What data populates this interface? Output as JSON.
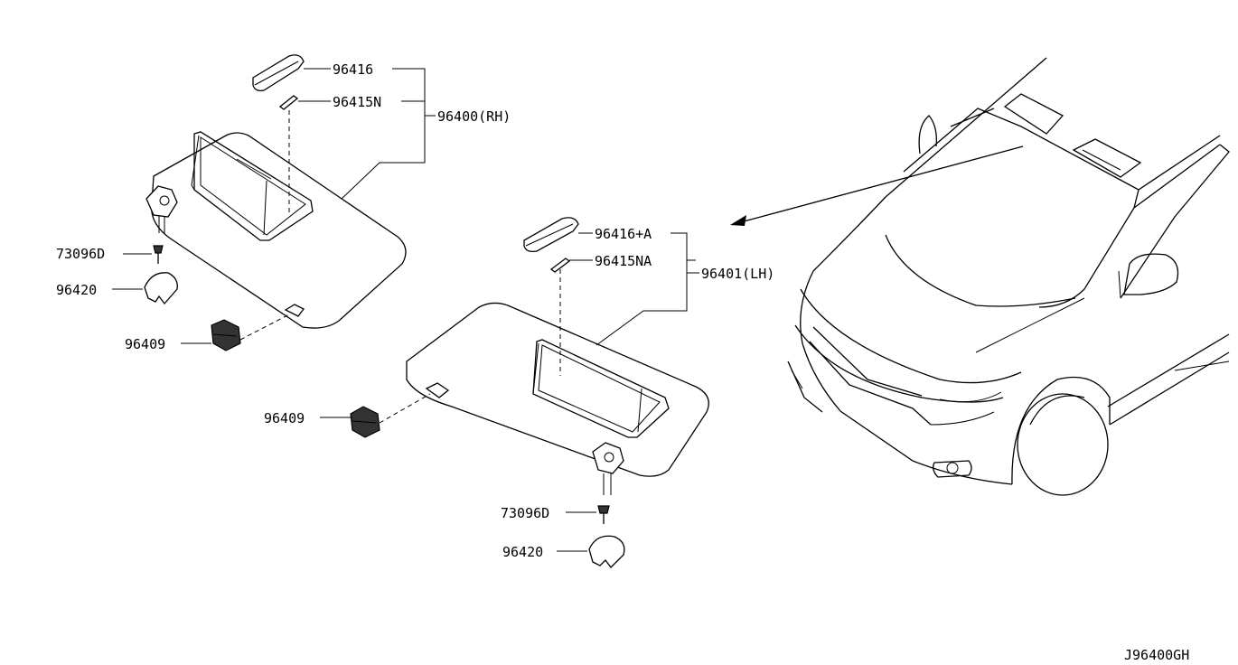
{
  "labels": {
    "rh_mirror_cover": "96416",
    "rh_bulb": "96415N",
    "rh_assembly": "96400(RH)",
    "lh_mirror_cover": "96416+A",
    "lh_bulb": "96415NA",
    "lh_assembly": "96401(LH)",
    "rh_screw": "73096D",
    "rh_cover": "96420",
    "rh_holder": "96409",
    "lh_holder": "96409",
    "lh_screw": "73096D",
    "lh_cover": "96420"
  },
  "diagram_id": "J96400GH"
}
